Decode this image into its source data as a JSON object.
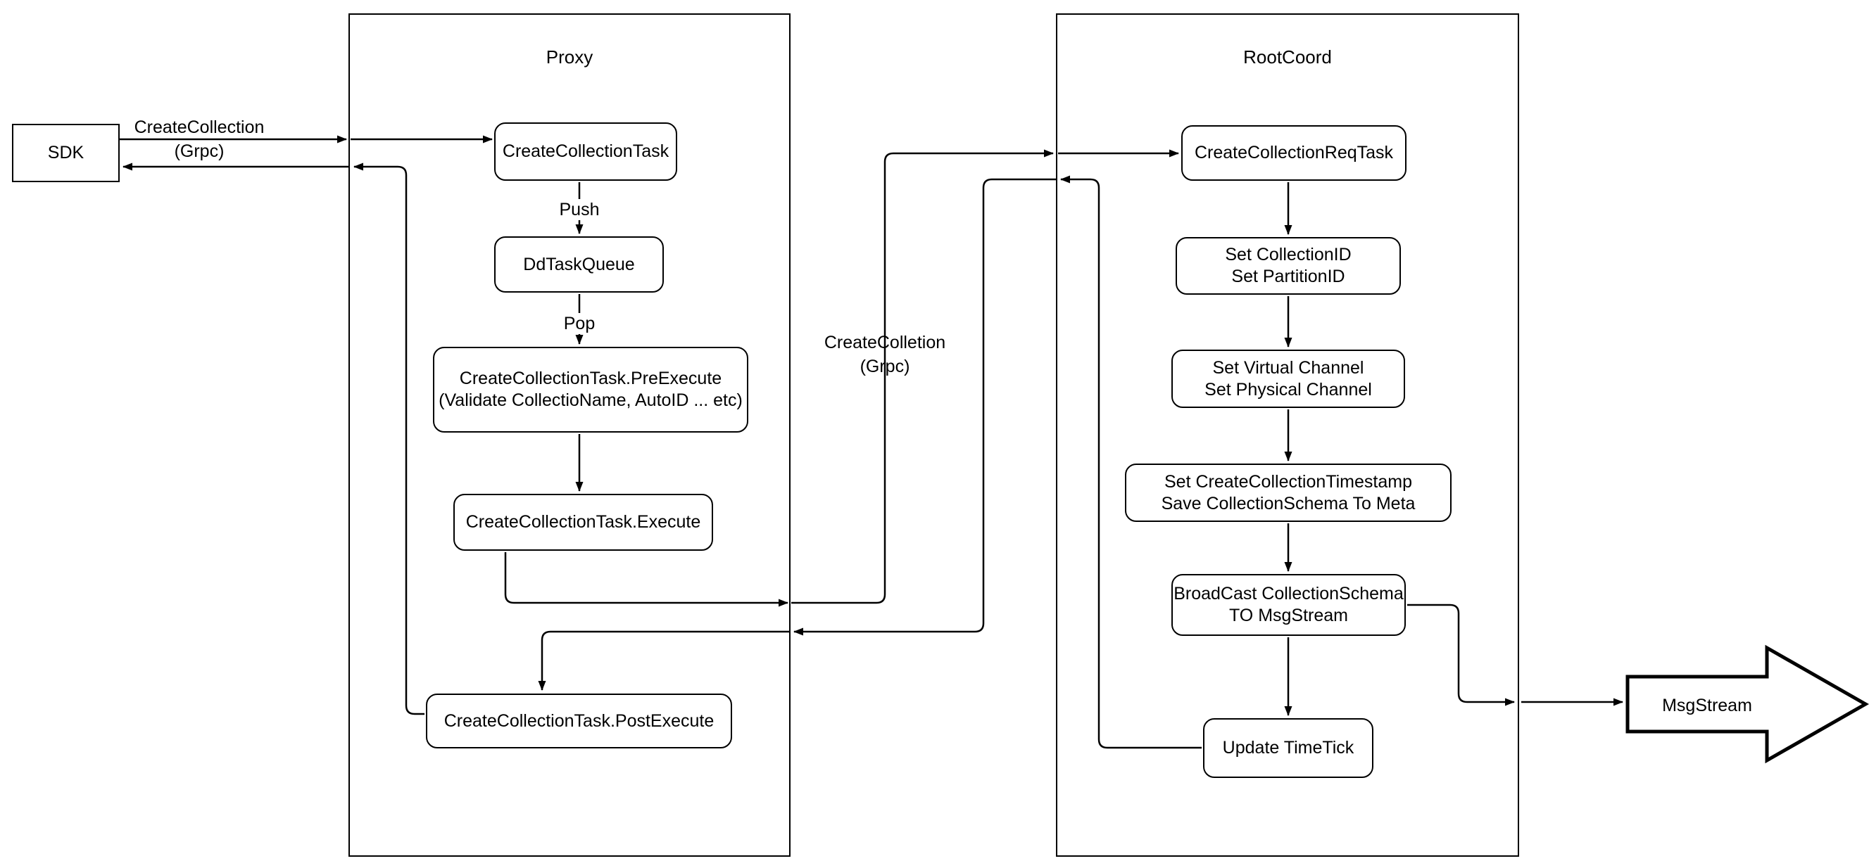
{
  "containers": {
    "proxy": {
      "title": "Proxy"
    },
    "rootcoord": {
      "title": "RootCoord"
    }
  },
  "nodes": {
    "sdk": {
      "label": "SDK"
    },
    "task": {
      "label": "CreateCollectionTask"
    },
    "ddqueue": {
      "label": "DdTaskQueue"
    },
    "preexecute": {
      "line1": "CreateCollectionTask.PreExecute",
      "line2": "(Validate CollectioName, AutoID ... etc)"
    },
    "execute": {
      "label": "CreateCollectionTask.Execute"
    },
    "postexecute": {
      "label": "CreateCollectionTask.PostExecute"
    },
    "reqtask": {
      "label": "CreateCollectionReqTask"
    },
    "setids": {
      "line1": "Set CollectionID",
      "line2": "Set PartitionID"
    },
    "setchannels": {
      "line1": "Set Virtual Channel",
      "line2": "Set Physical Channel"
    },
    "settimestamp": {
      "line1": "Set CreateCollectionTimestamp",
      "line2": "Save CollectionSchema To Meta"
    },
    "broadcast": {
      "line1": "BroadCast CollectionSchema",
      "line2": "TO MsgStream"
    },
    "updatetimetick": {
      "label": "Update TimeTick"
    },
    "msgstream": {
      "label": "MsgStream"
    }
  },
  "edge_labels": {
    "sdk_grpc": {
      "line1": "CreateCollection",
      "line2": "(Grpc)"
    },
    "proxy_grpc": {
      "line1": "CreateColletion",
      "line2": "(Grpc)"
    },
    "push": "Push",
    "pop": "Pop"
  },
  "colors": {
    "stroke": "#000000",
    "background": "#ffffff"
  }
}
